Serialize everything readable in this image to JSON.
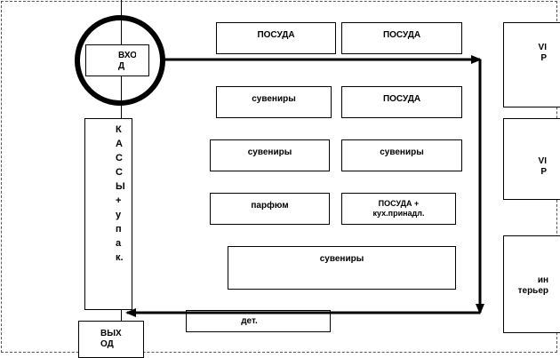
{
  "entrance": {
    "label": "ВХО\nД"
  },
  "exit": {
    "label": "ВЫХ\nОД"
  },
  "left_stand": {
    "label": "КАССЫ+упак."
  },
  "stands": [
    {
      "id": "posuda-1",
      "label": "ПОСУДА"
    },
    {
      "id": "posuda-2",
      "label": "ПОСУДА"
    },
    {
      "id": "suveniry-1",
      "label": "сувениры"
    },
    {
      "id": "posuda-3",
      "label": "ПОСУДА"
    },
    {
      "id": "suveniry-2",
      "label": "сувениры"
    },
    {
      "id": "suveniry-3",
      "label": "сувениры"
    },
    {
      "id": "parfum",
      "label": "парфюм"
    },
    {
      "id": "posuda-kux",
      "label": "ПОСУДА +\nкух.принадл."
    },
    {
      "id": "suveniry-4",
      "label": "сувениры"
    },
    {
      "id": "det",
      "label": "дет."
    }
  ],
  "right_stands": [
    {
      "id": "vip-1",
      "label": "VI\nP"
    },
    {
      "id": "vip-2",
      "label": "VI\nP"
    },
    {
      "id": "interier",
      "label": "ин\nтерьер"
    }
  ],
  "colors": {
    "line": "#000000",
    "border": "#555555",
    "background": "#ffffff"
  }
}
